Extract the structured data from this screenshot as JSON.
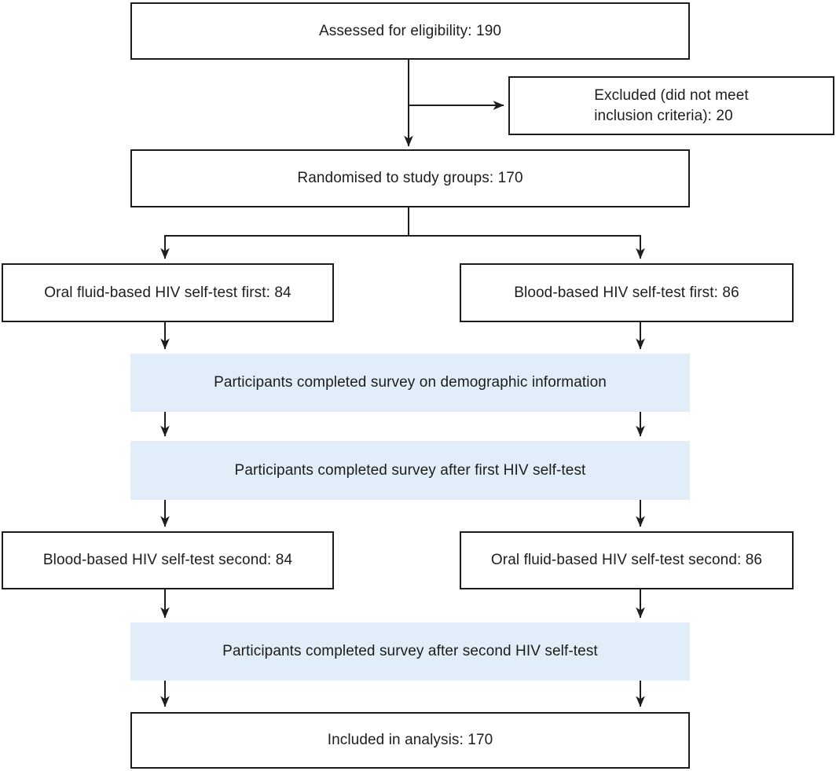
{
  "flowchart": {
    "nodes": {
      "eligibility": {
        "label": "Assessed for eligibility: 190",
        "count": 190
      },
      "excluded": {
        "lines": [
          "Excluded (did not meet",
          "inclusion criteria): 20"
        ],
        "count": 20
      },
      "randomised": {
        "label": "Randomised to study groups: 170",
        "count": 170
      },
      "oral_first": {
        "label": "Oral fluid-based HIV self-test first: 84",
        "count": 84
      },
      "blood_first": {
        "label": "Blood-based HIV self-test first: 86",
        "count": 86
      },
      "survey_demographic": {
        "label": "Participants completed survey on demographic information"
      },
      "survey_after_first": {
        "label": "Participants completed survey after first HIV self-test"
      },
      "blood_second": {
        "label": "Blood-based HIV self-test second: 84",
        "count": 84
      },
      "oral_second": {
        "label": "Oral fluid-based HIV self-test second: 86",
        "count": 86
      },
      "survey_after_second": {
        "label": "Participants completed survey after second HIV self-test"
      },
      "analysis": {
        "label": "Included in analysis: 170",
        "count": 170
      }
    },
    "colors": {
      "box_border": "#1d1d1b",
      "arrow": "#1d1d1b",
      "highlight_fill": "#e1edf8",
      "text": "#1d1d1b",
      "background": "#ffffff"
    }
  }
}
